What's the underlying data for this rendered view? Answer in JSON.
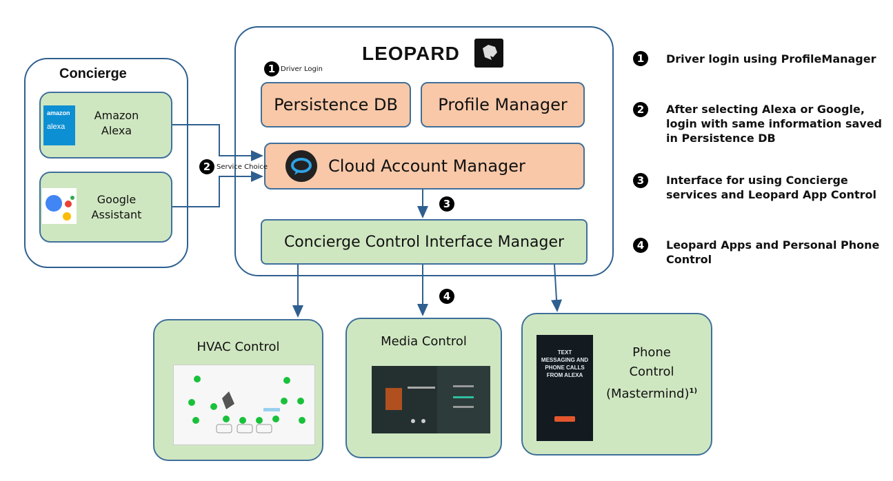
{
  "leopard": {
    "title": "LEOPARD",
    "driver_login_label": "Driver Login"
  },
  "concierge": {
    "title": "Concierge",
    "alexa_label": "Amazon\nAlexa",
    "alexa_logo_top": "amazon",
    "alexa_logo_bottom": "alexa",
    "google_label": "Google\nAssistant"
  },
  "modules": {
    "persistence_db": "Persistence DB",
    "profile_manager": "Profile Manager",
    "cloud_account_manager": "Cloud Account Manager",
    "concierge_control_interface_manager": "Concierge Control Interface Manager"
  },
  "service_choice_label": "Service Choice",
  "controls": {
    "hvac": "HVAC Control",
    "media": "Media Control",
    "phone": "Phone\nControl\n(Mastermind)",
    "phone_superscript": "1)"
  },
  "phone_screen_text": "TEXT MESSAGING AND PHONE CALLS FROM ALEXA",
  "legend": [
    {
      "num": "1",
      "text": "Driver login using ProfileManager"
    },
    {
      "num": "2",
      "text": "After selecting Alexa or Google, login with same information saved in Persistence DB"
    },
    {
      "num": "3",
      "text": "Interface for using Concierge services and Leopard App Control"
    },
    {
      "num": "4",
      "text": "Leopard Apps and Personal Phone Control"
    }
  ],
  "colors": {
    "green": "#cfe7c1",
    "orange": "#f8c8a8",
    "border": "#2e5f8f",
    "arrow": "#2e5f8f"
  }
}
